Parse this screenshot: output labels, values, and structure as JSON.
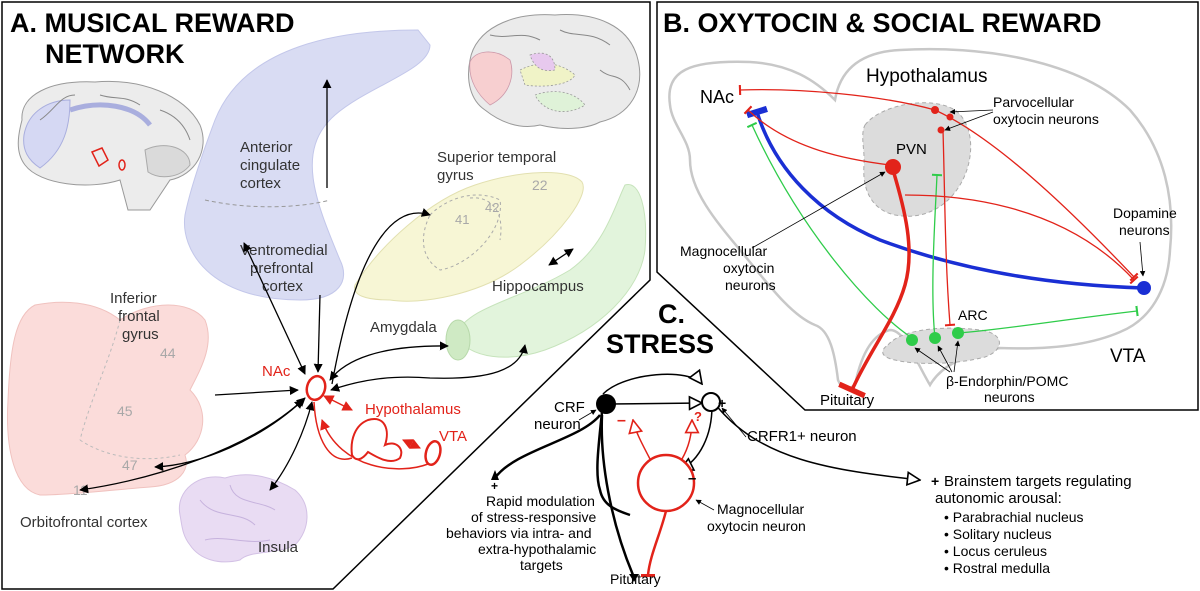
{
  "panelA": {
    "title_line1": "A. MUSICAL REWARD",
    "title_line2": "NETWORK",
    "acc_line1": "Anterior",
    "acc_line2": "cingulate",
    "acc_line3": "cortex",
    "vmpfc_line1": "Ventromedial",
    "vmpfc_line2": "prefrontal",
    "vmpfc_line3": "cortex",
    "stg_line1": "Superior temporal",
    "stg_line2": "gyrus",
    "area22": "22",
    "area41": "41",
    "area42": "42",
    "hippocampus": "Hippocampus",
    "ifg_line1": "Inferior",
    "ifg_line2": "frontal",
    "ifg_line3": "gyrus",
    "area44": "44",
    "area45": "45",
    "area47": "47",
    "area11": "11",
    "ofc": "Orbitofrontal cortex",
    "amygdala": "Amygdala",
    "nac": "NAc",
    "hypothalamus": "Hypothalamus",
    "vta": "VTA",
    "insula": "Insula"
  },
  "panelB": {
    "title": "B. OXYTOCIN & SOCIAL REWARD",
    "nac": "NAc",
    "hypothalamus": "Hypothalamus",
    "parvo_line1": "Parvocellular",
    "parvo_line2": "oxytocin neurons",
    "pvn": "PVN",
    "magno_line1": "Magnocellular",
    "magno_line2": "oxytocin",
    "magno_line3": "neurons",
    "dopa_line1": "Dopamine",
    "dopa_line2": "neurons",
    "arc": "ARC",
    "vta": "VTA",
    "pituitary": "Pituitary",
    "beta_line1": "β-Endorphin/POMC",
    "beta_line2": "neurons"
  },
  "panelC": {
    "title_line1": "C.",
    "title_line2": "STRESS",
    "crf_line1": "CRF",
    "crf_line2": "neuron",
    "crfr1": "CRFR1+ neuron",
    "plus1": "+",
    "plus2": "+",
    "plus3": "+",
    "minus1": "–",
    "minus2": "–",
    "q": "?",
    "rapid_line1": "Rapid modulation",
    "rapid_line2": "of stress-responsive",
    "rapid_line3": "behaviors via intra- and",
    "rapid_line4": "extra-hypothalamic",
    "rapid_line5": "targets",
    "magno_line1": "Magnocellular",
    "magno_line2": "oxytocin neuron",
    "pituitary": "Pituitary",
    "brainstem_line1": "Brainstem targets regulating",
    "brainstem_line2": "autonomic arousal:",
    "targets": [
      "• Parabrachial nucleus",
      "• Solitary nucleus",
      "• Locus ceruleus",
      "• Rostral medulla"
    ]
  },
  "colors": {
    "red": "#e2231a",
    "blue": "#1a2fd4",
    "green": "#2fcc4a",
    "acc_fill": "#d9dcf3",
    "stg_fill": "#f7f6d5",
    "hippo_fill": "#e2f4dc",
    "ifg_fill": "#fbdcda",
    "insula_fill": "#e9dcf3"
  }
}
